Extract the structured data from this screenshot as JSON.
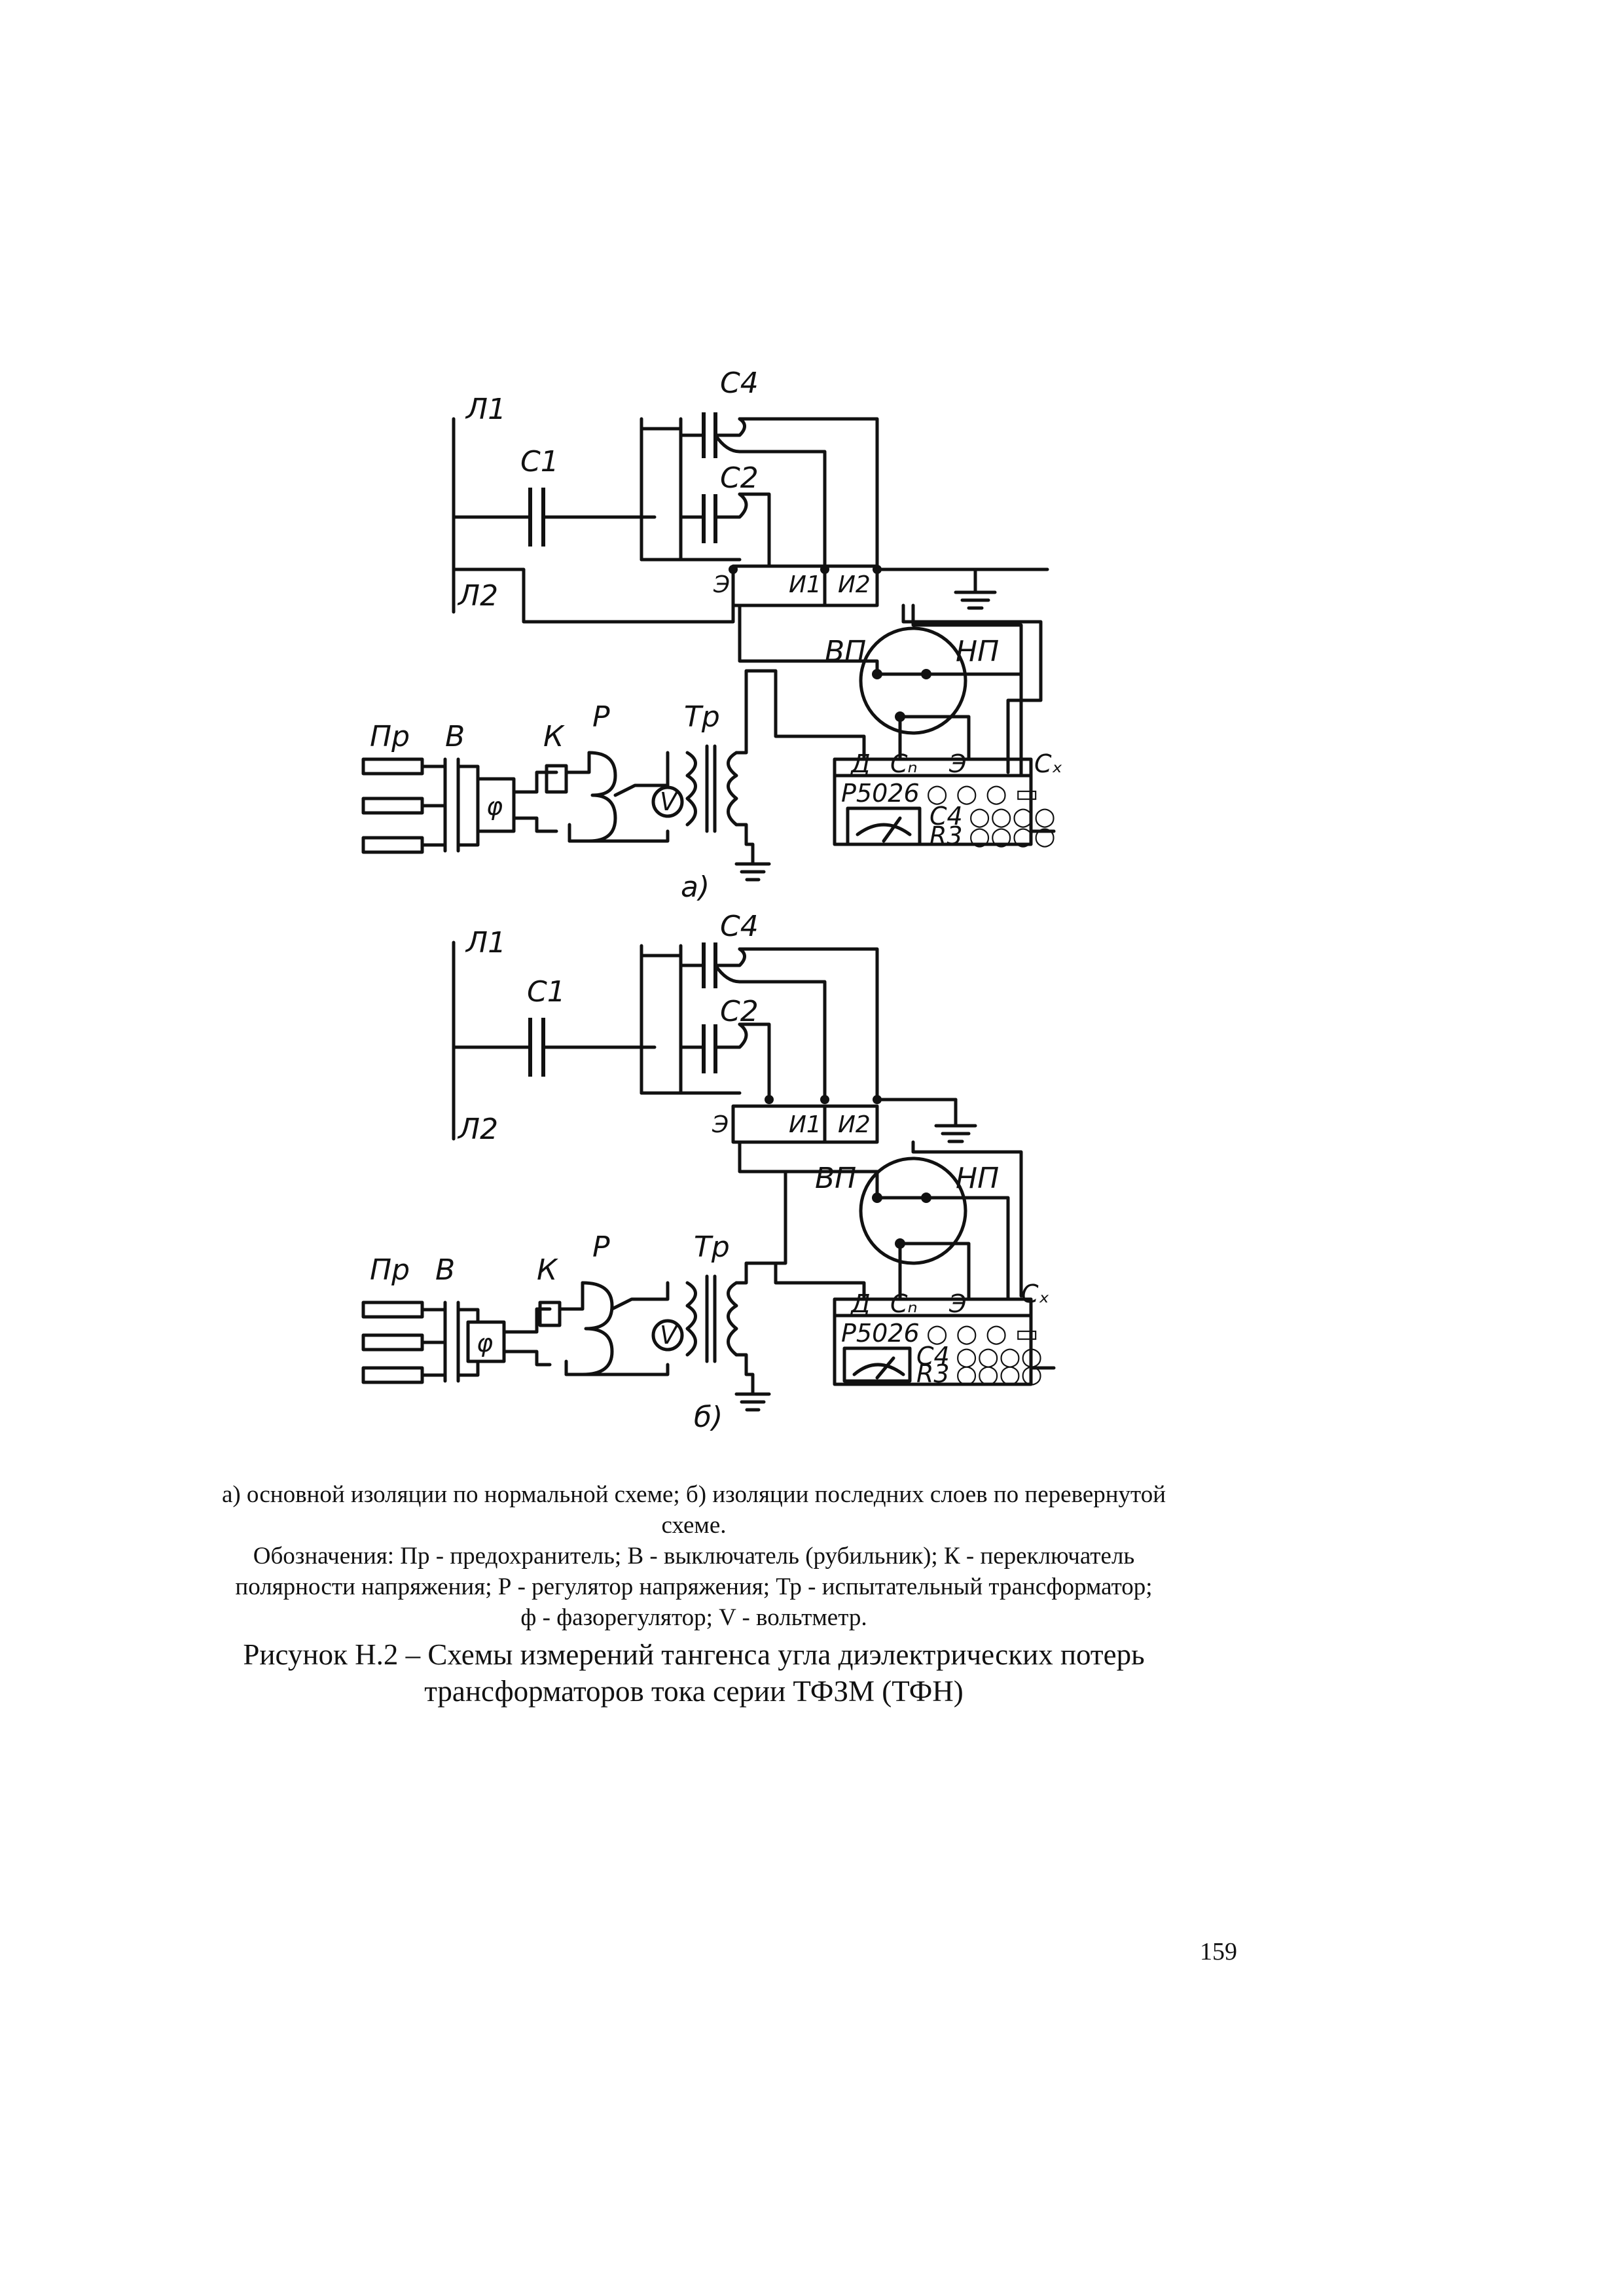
{
  "diagram": {
    "line_labels": {
      "l1": "Л1",
      "l2": "Л2"
    },
    "capacitors": {
      "c1": "С1",
      "c2": "С2",
      "c4": "С4"
    },
    "terminals": {
      "e": "Э",
      "i1": "И1",
      "i2": "И2"
    },
    "bridge": {
      "vp": "ВП",
      "np": "НП",
      "d": "Д",
      "cn": "Сₙ",
      "e": "Э",
      "cx": "Cₓ",
      "model": "Р5026",
      "c_row": "С4",
      "r_row": "R3"
    },
    "supply": {
      "pr": "Пр",
      "v": "В",
      "k": "К",
      "p": "Р",
      "tr": "Тр",
      "phi": "φ",
      "voltmeter": "V"
    },
    "panel_labels": {
      "a": "а)",
      "b": "б)"
    }
  },
  "caption": {
    "line1": "а) основной изоляции по нормальной схеме; б) изоляции последних слоев по перевернутой",
    "line2": "схеме.",
    "line3": "Обозначения: Пр - предохранитель; В - выключатель (рубильник); К - переключатель",
    "line4": "полярности напряжения; Р - регулятор напряжения; Тр - испытательный трансформатор;",
    "line5": "ф - фазорегулятор; V - вольтметр.",
    "title1": "Рисунок Н.2 – Схемы измерений тангенса угла диэлектрических потерь",
    "title2": "трансформаторов тока серии ТФЗМ (ТФН)"
  },
  "page_number": "159"
}
